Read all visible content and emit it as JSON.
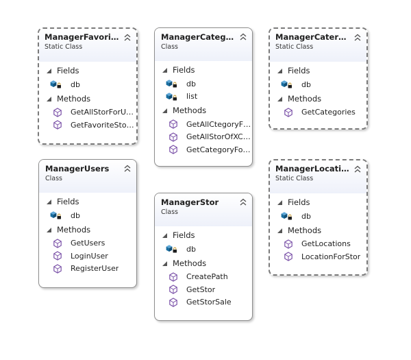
{
  "classes": [
    {
      "name": "ManagerFavorit…",
      "stereotype": "Static Class",
      "fields_label": "Fields",
      "fields": [
        "db"
      ],
      "methods_label": "Methods",
      "methods": [
        "GetAllStorForU…",
        "GetFavoriteStor…"
      ]
    },
    {
      "name": "ManagerCatego…",
      "stereotype": "Class",
      "fields_label": "Fields",
      "fields": [
        "db",
        "list"
      ],
      "methods_label": "Methods",
      "methods": [
        "GetAllCtegoryF…",
        "GetAllStorOfXC…",
        "GetCategoryFo…"
      ]
    },
    {
      "name": "ManagerCaterory",
      "stereotype": "Static Class",
      "fields_label": "Fields",
      "fields": [
        "db"
      ],
      "methods_label": "Methods",
      "methods": [
        "GetCategories"
      ]
    },
    {
      "name": "ManagerUsers",
      "stereotype": "Class",
      "fields_label": "Fields",
      "fields": [
        "db"
      ],
      "methods_label": "Methods",
      "methods": [
        "GetUsers",
        "LoginUser",
        "RegisterUser"
      ]
    },
    {
      "name": "ManagerStor",
      "stereotype": "Class",
      "fields_label": "Fields",
      "fields": [
        "db"
      ],
      "methods_label": "Methods",
      "methods": [
        "CreatePath",
        "GetStor",
        "GetStorSale"
      ]
    },
    {
      "name": "ManagerLocatio…",
      "stereotype": "Static Class",
      "fields_label": "Fields",
      "fields": [
        "db"
      ],
      "methods_label": "Methods",
      "methods": [
        "GetLocations",
        "LocationForStor"
      ]
    }
  ],
  "colors": {
    "field_icon": "#1a6ea0",
    "method_icon": "#7b52a8",
    "lock_icon": "#c8a040"
  }
}
